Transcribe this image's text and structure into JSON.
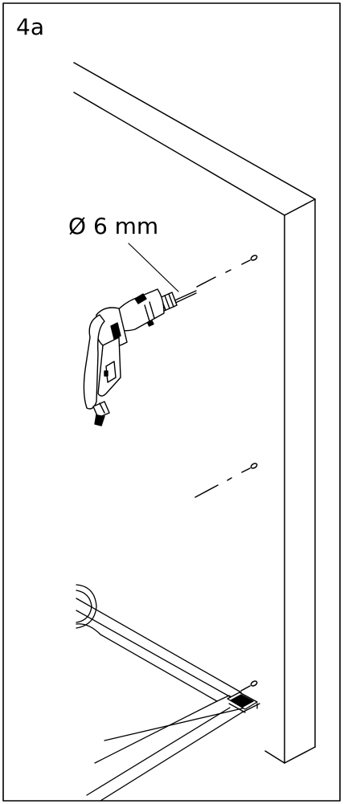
{
  "step": {
    "label": "4a"
  },
  "dimension": {
    "label": "Ø 6 mm"
  },
  "icons": {
    "tool": "electric-drill-icon",
    "panel": "cabinet-side-panel",
    "hole": "drill-hole-mark",
    "tray": "shower-tray",
    "drain": "drain-outline"
  },
  "colors": {
    "line": "#000000",
    "background": "#ffffff"
  }
}
